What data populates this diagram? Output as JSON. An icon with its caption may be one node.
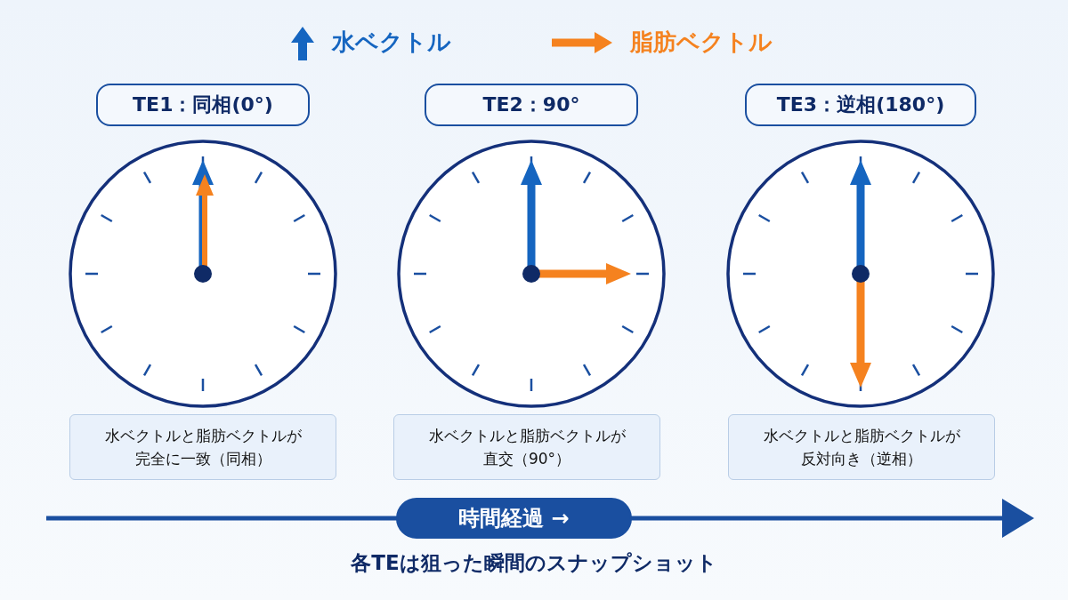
{
  "diagram": {
    "caption": "各TEは狙った瞬間のスナップショット",
    "nodes": [
      {
        "text": [
          "TE1：同相(0°)"
        ]
      },
      {
        "text": [
          "TE2：90°"
        ]
      },
      {
        "text": [
          "TE3：逆相(180°)"
        ]
      },
      {
        "text": [],
        "shape": "circle"
      },
      {
        "text": [],
        "shape": "circle"
      },
      {
        "text": [],
        "shape": "circle"
      },
      {
        "text": [
          "水ベクトルと脂肪ベクトルが完全に一致（同相）"
        ]
      },
      {
        "text": [
          "水ベクトルと脂肪ベクトルが直交（90°）"
        ]
      },
      {
        "text": [
          "水ベクトルと脂肪ベクトルが反対向き（逆相）"
        ]
      },
      {
        "text": [
          "時間経過 →"
        ]
      }
    ],
    "legend": [
      {
        "text": "水ベクトル"
      },
      {
        "text": "脂肪ベクトル"
      }
    ]
  }
}
